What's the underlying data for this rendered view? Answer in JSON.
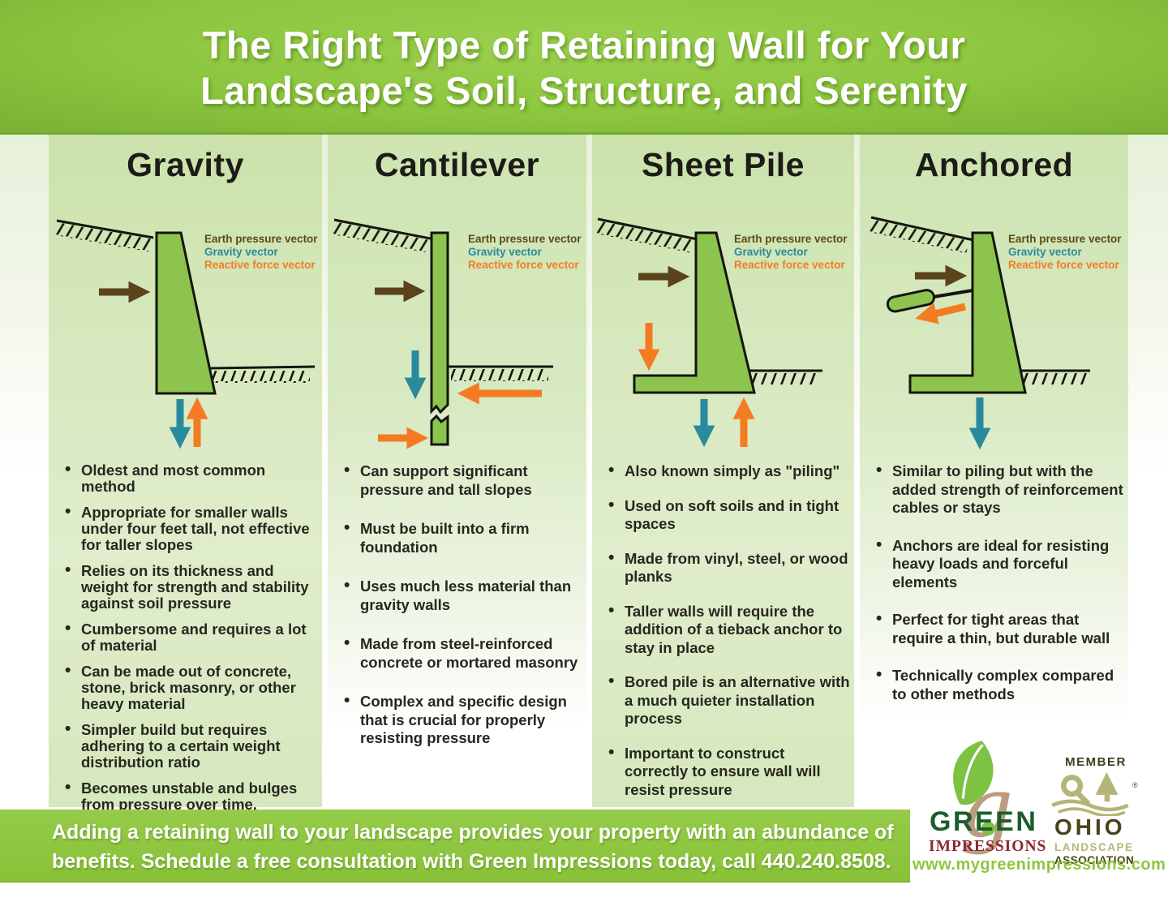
{
  "header": {
    "title_line1": "The Right Type of Retaining Wall for Your",
    "title_line2": "Landscape's Soil, Structure, and Serenity"
  },
  "legend": {
    "earth": "Earth pressure vector",
    "gravity": "Gravity vector",
    "reactive": "Reactive force vector"
  },
  "columns": [
    {
      "title": "Gravity",
      "bullets": [
        "Oldest and most common method",
        "Appropriate for smaller walls under four feet tall, not effective for taller slopes",
        "Relies on its thickness and weight for strength and stability against soil pressure",
        "Cumbersome and requires a lot of material",
        "Can be made out of concrete, stone, brick masonry, or other heavy material",
        "Simpler build but requires adhering to a certain weight distribution ratio",
        "Becomes unstable and bulges from pressure over time, requiring reconstruction"
      ]
    },
    {
      "title": "Cantilever",
      "bullets": [
        "Can support significant pressure and tall slopes",
        "Must be built into a firm foundation",
        "Uses much less material than gravity walls",
        "Made from steel-reinforced concrete or mortared masonry",
        "Complex and specific design that is crucial for properly resisting pressure"
      ]
    },
    {
      "title": "Sheet Pile",
      "bullets": [
        "Also known simply as \"piling\"",
        "Used on soft soils and in tight spaces",
        "Made from vinyl, steel, or wood planks",
        "Taller walls will require the addition of a tieback anchor to stay in place",
        "Bored pile is an alternative with a much quieter installation process",
        "Important to construct correctly to ensure wall will resist pressure"
      ]
    },
    {
      "title": "Anchored",
      "bullets": [
        "Similar to piling but with the added strength of reinforcement cables or stays",
        "Anchors are ideal for resisting heavy loads and forceful elements",
        "Perfect for tight areas that require a thin, but durable wall",
        "Technically complex compared to other methods"
      ]
    }
  ],
  "footer": {
    "line1": "Adding a retaining wall to your landscape provides your property with an abundance of",
    "line2": "benefits. Schedule a free consultation with Green Impressions today, call 440.240.8508."
  },
  "branding": {
    "green_impressions": {
      "monogram": "g",
      "word1": "GREEN",
      "word2": "IMPRESSIONS"
    },
    "member_label": "MEMBER",
    "ohio": {
      "name": "OHIO",
      "line2": "LANDSCAPE",
      "line3": "ASSOCIATION",
      "registered": "®"
    },
    "website": "www.mygreenimpressions.com"
  },
  "colors": {
    "brand_green": "#8dc63f",
    "panel_green": "#d4e7bc",
    "wall_green": "#8cc44e",
    "earth_brown": "#5b431c",
    "gravity_teal": "#2a8a9d",
    "reactive_orange": "#f47b22"
  }
}
